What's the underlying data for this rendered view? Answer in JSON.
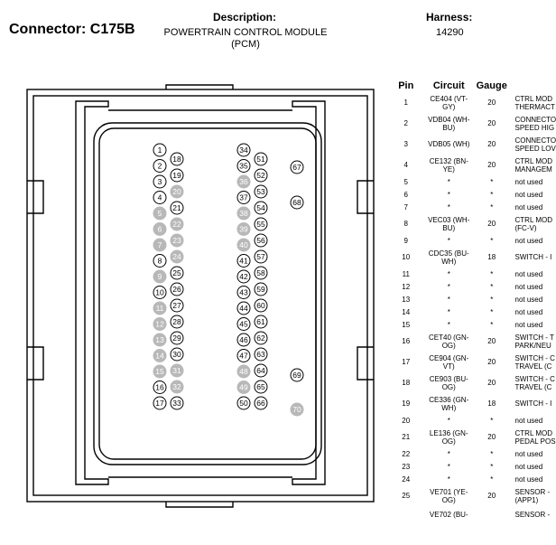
{
  "header": {
    "connector_label": "Connector: C175B",
    "description_label": "Description:",
    "description_value": "POWERTRAIN CONTROL MODULE (PCM)",
    "harness_label": "Harness:",
    "harness_value": "14290"
  },
  "pin_table": {
    "columns": [
      "Pin",
      "Circuit",
      "Gauge"
    ],
    "rows": [
      {
        "pin": "1",
        "circuit": "CE404 (VT-GY)",
        "gauge": "20",
        "function": "CTRL MOD THERMACT"
      },
      {
        "pin": "2",
        "circuit": "VDB04 (WH-BU)",
        "gauge": "20",
        "function": "CONNECTO SPEED HIG"
      },
      {
        "pin": "3",
        "circuit": "VDB05 (WH)",
        "gauge": "20",
        "function": "CONNECTO SPEED LOV"
      },
      {
        "pin": "4",
        "circuit": "CE132 (BN-YE)",
        "gauge": "20",
        "function": "CTRL MOD MANAGEM"
      },
      {
        "pin": "5",
        "circuit": "*",
        "gauge": "*",
        "function": "not used"
      },
      {
        "pin": "6",
        "circuit": "*",
        "gauge": "*",
        "function": "not used"
      },
      {
        "pin": "7",
        "circuit": "*",
        "gauge": "*",
        "function": "not used"
      },
      {
        "pin": "8",
        "circuit": "VEC03 (WH-BU)",
        "gauge": "20",
        "function": "CTRL MOD (FC-V)"
      },
      {
        "pin": "9",
        "circuit": "*",
        "gauge": "*",
        "function": "not used"
      },
      {
        "pin": "10",
        "circuit": "CDC35 (BU-WH)",
        "gauge": "18",
        "function": "SWITCH - I"
      },
      {
        "pin": "11",
        "circuit": "*",
        "gauge": "*",
        "function": "not used"
      },
      {
        "pin": "12",
        "circuit": "*",
        "gauge": "*",
        "function": "not used"
      },
      {
        "pin": "13",
        "circuit": "*",
        "gauge": "*",
        "function": "not used"
      },
      {
        "pin": "14",
        "circuit": "*",
        "gauge": "*",
        "function": "not used"
      },
      {
        "pin": "15",
        "circuit": "*",
        "gauge": "*",
        "function": "not used"
      },
      {
        "pin": "16",
        "circuit": "CET40 (GN-OG)",
        "gauge": "20",
        "function": "SWITCH - T PARK/NEU"
      },
      {
        "pin": "17",
        "circuit": "CE904 (GN-VT)",
        "gauge": "20",
        "function": "SWITCH - C TRAVEL (C"
      },
      {
        "pin": "18",
        "circuit": "CE903 (BU-OG)",
        "gauge": "20",
        "function": "SWITCH - C TRAVEL (C"
      },
      {
        "pin": "19",
        "circuit": "CE336 (GN-WH)",
        "gauge": "18",
        "function": "SWITCH - I"
      },
      {
        "pin": "20",
        "circuit": "*",
        "gauge": "*",
        "function": "not used"
      },
      {
        "pin": "21",
        "circuit": "LE136 (GN-OG)",
        "gauge": "20",
        "function": "CTRL MOD PEDAL POS"
      },
      {
        "pin": "22",
        "circuit": "*",
        "gauge": "*",
        "function": "not used"
      },
      {
        "pin": "23",
        "circuit": "*",
        "gauge": "*",
        "function": "not used"
      },
      {
        "pin": "24",
        "circuit": "*",
        "gauge": "*",
        "function": "not used"
      },
      {
        "pin": "25",
        "circuit": "VE701 (YE-OG)",
        "gauge": "20",
        "function": "SENSOR - (APP1)"
      },
      {
        "pin": "",
        "circuit": "VE702 (BU-",
        "gauge": "",
        "function": "SENSOR -"
      }
    ]
  },
  "pins": {
    "col_a": [
      "1",
      "2",
      "3",
      "4",
      "5",
      "6",
      "7",
      "8",
      "9",
      "10",
      "11",
      "12",
      "13",
      "14",
      "15",
      "16",
      "17"
    ],
    "col_b": [
      "18",
      "19",
      "20",
      "21",
      "22",
      "23",
      "24",
      "25",
      "26",
      "27",
      "28",
      "29",
      "30",
      "31",
      "32",
      "33"
    ],
    "col_c": [
      "34",
      "35",
      "36",
      "37",
      "38",
      "39",
      "40",
      "41",
      "42",
      "43",
      "44",
      "45",
      "46",
      "47",
      "48",
      "49",
      "50"
    ],
    "col_d": [
      "51",
      "52",
      "53",
      "54",
      "55",
      "56",
      "57",
      "58",
      "59",
      "60",
      "61",
      "62",
      "63",
      "64",
      "65",
      "66"
    ],
    "col_e": [
      "67",
      "68",
      "69",
      "70"
    ],
    "unused": [
      "5",
      "6",
      "7",
      "9",
      "11",
      "12",
      "13",
      "14",
      "15",
      "20",
      "22",
      "23",
      "24",
      "31",
      "32",
      "36",
      "38",
      "39",
      "40",
      "48",
      "49",
      "70"
    ],
    "used_fill": "#ffffff",
    "unused_fill": "#b8b8b8"
  }
}
